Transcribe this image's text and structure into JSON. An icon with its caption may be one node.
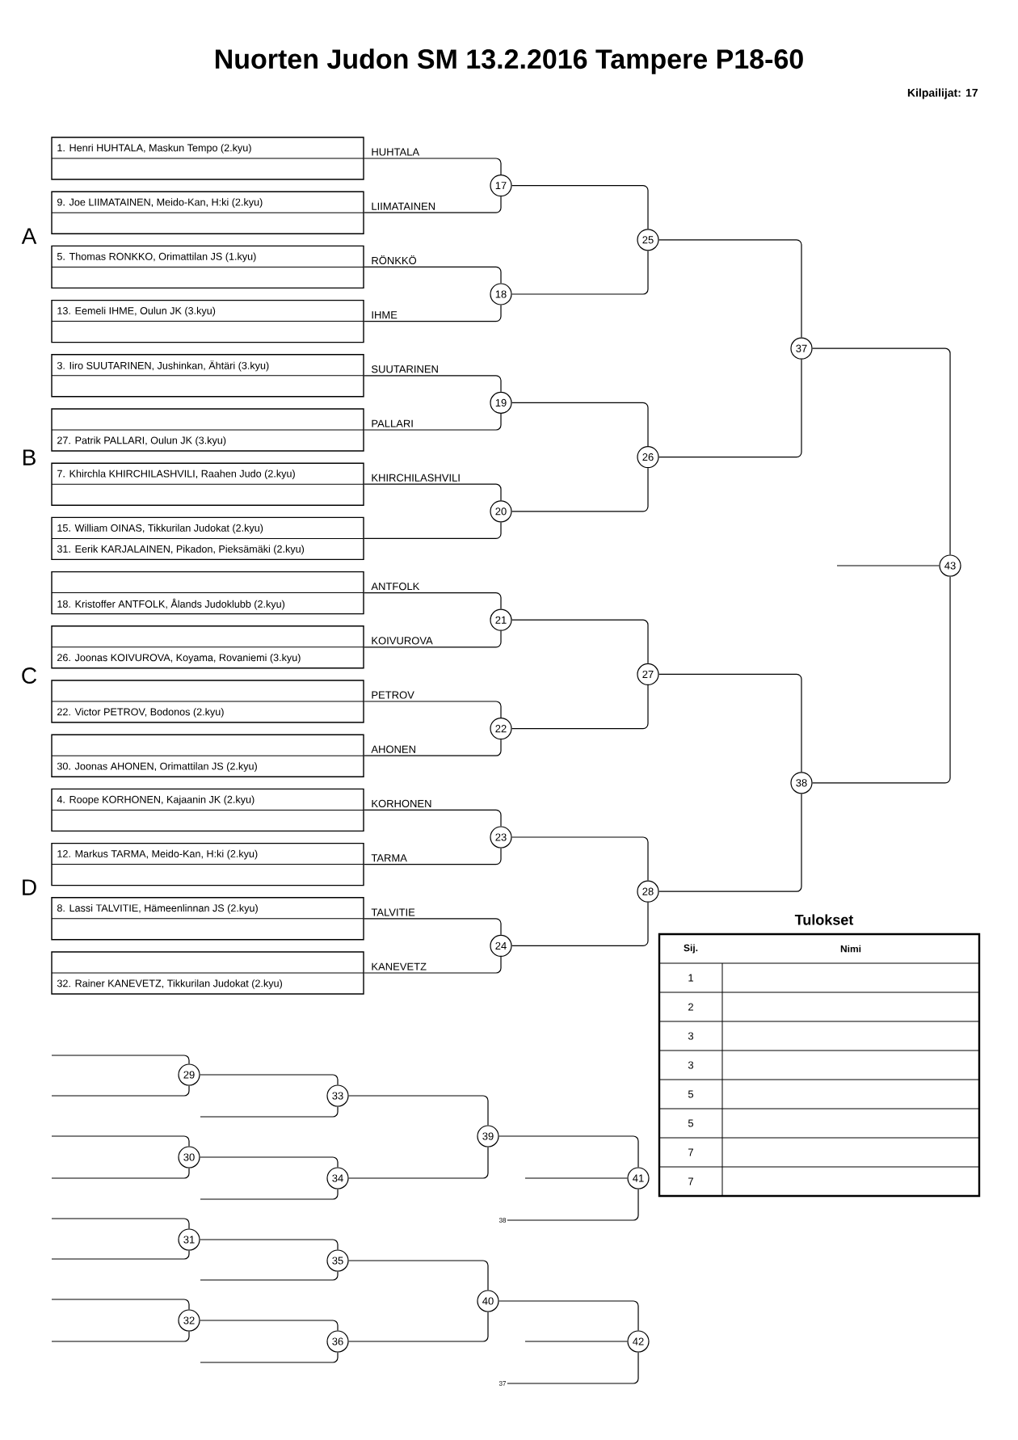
{
  "diagram": {
    "title": "Nuorten Judon SM 13.2.2016 Tampere P18-60",
    "nodes": [
      {
        "text": [
          "1. Henri HUHTALA, Maskun Tempo (2.kyu)"
        ]
      },
      {
        "text": [
          "9. Joe LIIMATAINEN, Meido-Kan, H:ki (2.kyu)"
        ]
      },
      {
        "text": [
          "5. Thomas RONKKO, Orimattilan JS (1.kyu)"
        ]
      },
      {
        "text": [
          "13. Eemeli IHME, Oulun JK (3.kyu)"
        ]
      },
      {
        "text": [
          "3. Iiro SUUTARINEN, Jushinkan, Ähtäri (3.kyu)"
        ]
      },
      {
        "text": [
          "27. Patrik PALLARI, Oulun JK (3.kyu)"
        ]
      },
      {
        "text": [
          "7. Khirchla KHIRCHILASHVILI, Raahen Judo (2.kyu)"
        ]
      },
      {
        "text": [
          "15. William OINAS, Tikkurilan Judokat (2.kyu)",
          "31. Eerik KARJALAINEN, Pikadon, Pieksämäki (2.kyu)"
        ]
      },
      {
        "text": [
          "18. Kristoffer ANTFOLK, Ålands Judoklubb (2.kyu)"
        ]
      },
      {
        "text": [
          "26. Joonas KOIVUROVA, Koyama, Rovaniemi (3.kyu)"
        ]
      },
      {
        "text": [
          "22. Victor PETROV, Bodonos (2.kyu)"
        ]
      },
      {
        "text": [
          "30. Joonas AHONEN, Orimattilan JS (2.kyu)"
        ]
      },
      {
        "text": [
          "4. Roope KORHONEN, Kajaanin JK (2.kyu)"
        ]
      },
      {
        "text": [
          "12. Markus TARMA, Meido-Kan, H:ki (2.kyu)"
        ]
      },
      {
        "text": [
          "8. Lassi TALVITIE, Hämeenlinnan JS (2.kyu)"
        ]
      },
      {
        "text": [
          "32. Rainer KANEVETZ, Tikkurilan Judokat (2.kyu)"
        ]
      },
      {
        "text": [
          "17"
        ]
      },
      {
        "text": [
          "18"
        ]
      },
      {
        "text": [
          "19"
        ]
      },
      {
        "text": [
          "20"
        ]
      },
      {
        "text": [
          "21"
        ]
      },
      {
        "text": [
          "22"
        ]
      },
      {
        "text": [
          "23"
        ]
      },
      {
        "text": [
          "24"
        ]
      },
      {
        "text": [
          "25"
        ]
      },
      {
        "text": [
          "26"
        ]
      },
      {
        "text": [
          "27"
        ]
      },
      {
        "text": [
          "28"
        ]
      },
      {
        "text": [
          "29"
        ]
      },
      {
        "text": [
          "30"
        ]
      },
      {
        "text": [
          "31"
        ]
      },
      {
        "text": [
          "32"
        ]
      },
      {
        "text": [
          "33"
        ]
      },
      {
        "text": [
          "34"
        ]
      },
      {
        "text": [
          "35"
        ]
      },
      {
        "text": [
          "36"
        ]
      },
      {
        "text": [
          "37"
        ]
      },
      {
        "text": [
          "38"
        ]
      },
      {
        "text": [
          "39"
        ]
      },
      {
        "text": [
          "40"
        ]
      },
      {
        "text": [
          "41"
        ]
      },
      {
        "text": [
          "42"
        ]
      },
      {
        "text": [
          "43"
        ]
      },
      {
        "text": [
          "38"
        ]
      },
      {
        "text": [
          "37"
        ]
      }
    ],
    "edges": [
      {
        "from": 0,
        "to": 16,
        "arrow": "none",
        "label": "HUHTALA"
      },
      {
        "from": 1,
        "to": 16,
        "arrow": "none",
        "label": "LIIMATAINEN"
      },
      {
        "from": 2,
        "to": 17,
        "arrow": "none",
        "label": "RÖNKKÖ"
      },
      {
        "from": 3,
        "to": 17,
        "arrow": "none",
        "label": "IHME"
      },
      {
        "from": 4,
        "to": 18,
        "arrow": "none",
        "label": "SUUTARINEN"
      },
      {
        "from": 5,
        "to": 18,
        "arrow": "none",
        "label": "PALLARI"
      },
      {
        "from": 6,
        "to": 19,
        "arrow": "none",
        "label": "KHIRCHILASHVILI"
      },
      {
        "from": 7,
        "to": 19,
        "arrow": "none"
      },
      {
        "from": 8,
        "to": 20,
        "arrow": "none",
        "label": "ANTFOLK"
      },
      {
        "from": 9,
        "to": 20,
        "arrow": "none",
        "label": "KOIVUROVA"
      },
      {
        "from": 10,
        "to": 21,
        "arrow": "none",
        "label": "PETROV"
      },
      {
        "from": 11,
        "to": 21,
        "arrow": "none",
        "label": "AHONEN"
      },
      {
        "from": 12,
        "to": 22,
        "arrow": "none",
        "label": "KORHONEN"
      },
      {
        "from": 13,
        "to": 22,
        "arrow": "none",
        "label": "TARMA"
      },
      {
        "from": 14,
        "to": 23,
        "arrow": "none",
        "label": "TALVITIE"
      },
      {
        "from": 15,
        "to": 23,
        "arrow": "none",
        "label": "KANEVETZ"
      },
      {
        "from": 16,
        "to": 24,
        "arrow": "none"
      },
      {
        "from": 17,
        "to": 24,
        "arrow": "none"
      },
      {
        "from": 18,
        "to": 25,
        "arrow": "none"
      },
      {
        "from": 19,
        "to": 25,
        "arrow": "none"
      },
      {
        "from": 20,
        "to": 26,
        "arrow": "none"
      },
      {
        "from": 21,
        "to": 26,
        "arrow": "none"
      },
      {
        "from": 22,
        "to": 27,
        "arrow": "none"
      },
      {
        "from": 23,
        "to": 27,
        "arrow": "none"
      },
      {
        "from": 24,
        "to": 36,
        "arrow": "none"
      },
      {
        "from": 25,
        "to": 36,
        "arrow": "none"
      },
      {
        "from": 26,
        "to": 37,
        "arrow": "none"
      },
      {
        "from": 27,
        "to": 37,
        "arrow": "none"
      },
      {
        "from": 36,
        "to": 42,
        "arrow": "none"
      },
      {
        "from": 37,
        "to": 42,
        "arrow": "none"
      },
      {
        "from": null,
        "to": 42,
        "arrow": "none"
      },
      {
        "from": null,
        "to": 28,
        "arrow": "none"
      },
      {
        "from": null,
        "to": 28,
        "arrow": "none"
      },
      {
        "from": null,
        "to": 29,
        "arrow": "none"
      },
      {
        "from": null,
        "to": 29,
        "arrow": "none"
      },
      {
        "from": null,
        "to": 30,
        "arrow": "none"
      },
      {
        "from": null,
        "to": 30,
        "arrow": "none"
      },
      {
        "from": null,
        "to": 31,
        "arrow": "none"
      },
      {
        "from": null,
        "to": 31,
        "arrow": "none"
      },
      {
        "from": 28,
        "to": 32,
        "arrow": "none"
      },
      {
        "from": null,
        "to": 32,
        "arrow": "none"
      },
      {
        "from": 29,
        "to": 33,
        "arrow": "none"
      },
      {
        "from": null,
        "to": 33,
        "arrow": "none"
      },
      {
        "from": 30,
        "to": 34,
        "arrow": "none"
      },
      {
        "from": null,
        "to": 34,
        "arrow": "none"
      },
      {
        "from": 31,
        "to": 35,
        "arrow": "none"
      },
      {
        "from": null,
        "to": 35,
        "arrow": "none"
      },
      {
        "from": 32,
        "to": 38,
        "arrow": "none"
      },
      {
        "from": 33,
        "to": 38,
        "arrow": "none"
      },
      {
        "from": 34,
        "to": 39,
        "arrow": "none"
      },
      {
        "from": 35,
        "to": 39,
        "arrow": "none"
      },
      {
        "from": 38,
        "to": 40,
        "arrow": "none"
      },
      {
        "from": null,
        "to": 40,
        "arrow": "none"
      },
      {
        "from": 43,
        "to": 40,
        "arrow": "none"
      },
      {
        "from": 39,
        "to": 41,
        "arrow": "none"
      },
      {
        "from": null,
        "to": 41,
        "arrow": "none"
      },
      {
        "from": 44,
        "to": 41,
        "arrow": "none"
      }
    ],
    "labels": [
      "Kilpailijat: 17",
      "A",
      "B",
      "C",
      "D",
      "Tulokset",
      "Sij.",
      "Nimi",
      "1",
      "2",
      "3",
      "3",
      "5",
      "5",
      "7",
      "7"
    ]
  }
}
